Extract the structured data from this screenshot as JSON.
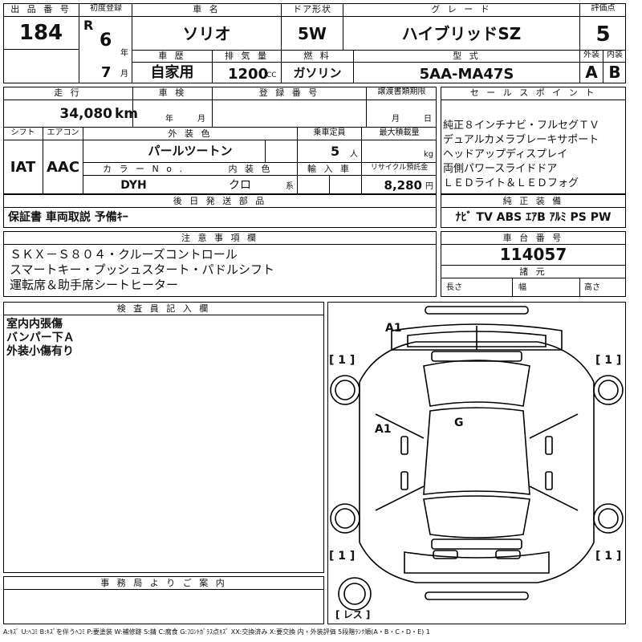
{
  "header": {
    "lot_label": "出 品 番 号",
    "lot": "184",
    "first_reg_label": "初度登録",
    "era": "R",
    "year": "6",
    "year_unit": "年",
    "month": "7",
    "month_unit": "月",
    "name_label": "車 名",
    "name": "ソリオ",
    "door_label": "ドア形状",
    "door": "5W",
    "grade_label": "グ レ ー ド",
    "grade": "ハイブリッドSZ",
    "score_label": "評価点",
    "score": "5",
    "history_label": "車 歴",
    "history": "自家用",
    "displacement_label": "排 気 量",
    "displacement": "1200",
    "displacement_unit": "CC",
    "fuel_label": "燃 料",
    "fuel": "ガソリン",
    "model_label": "型 式",
    "model": "5AA-MA47S",
    "ext_label": "外装",
    "ext": "A",
    "int_label": "内装",
    "int": "B"
  },
  "row2": {
    "mileage_label": "走 行",
    "mileage": "34,080",
    "mileage_unit": "km",
    "inspection_label": "車 検",
    "ins_year_unit": "年",
    "ins_month_unit": "月",
    "plate_label": "登 録 番 号",
    "transfer_label": "譲渡書類期限",
    "transfer_month_unit": "月",
    "transfer_day_unit": "日",
    "shift_label": "シフト",
    "shift": "IAT",
    "ac_label": "エアコン",
    "ac": "AAC",
    "color_label": "外 装 色",
    "color": "パールツートン",
    "capacity_label": "乗車定員",
    "capacity": "5",
    "capacity_unit": "人",
    "load_label": "最大積載量",
    "load_unit": "kg",
    "color_no_label": "カ ラ ー N o .",
    "color_no": "DYH",
    "interior_label": "内 装 色",
    "interior": "クロ",
    "interior_unit": "系",
    "import_label": "輸 入 車",
    "recycle_label": "リサイクル預託金",
    "recycle": "8,280",
    "recycle_unit": "円"
  },
  "sales": {
    "label": "セ ー ル ス ポ イ ン ト",
    "lines": [
      "純正８インチナビ・フルセグＴＶ",
      "デュアルカメラブレーキサポート",
      "ヘッドアップディスプレイ",
      "両側パワースライドドア",
      "ＬＥＤライト＆ＬＥＤフォグ"
    ]
  },
  "later_parts": {
    "label": "後 日 発 送 部 品",
    "value": "保証書 車両取説 予備ｷｰ"
  },
  "equipment": {
    "label": "純 正 装 備",
    "value": "ﾅﾋﾞ TV ABS ｴｱB ｱﾙﾐ PS PW"
  },
  "notes": {
    "label": "注 意 事 項 欄",
    "lines": [
      "ＳＫＸ－Ｓ８０４・クルーズコントロール",
      "スマートキー・プッシュスタート・パドルシフト",
      "運転席＆助手席シートヒーター"
    ]
  },
  "chassis": {
    "label": "車 台 番 号",
    "value": "114057",
    "spec_label": "諸 元",
    "length": "長さ",
    "width": "幅",
    "height": "高さ"
  },
  "inspector": {
    "label": "検 査 員 記 入 欄",
    "lines": [
      "室内内張傷",
      "バンパー下Ａ",
      "外装小傷有り"
    ]
  },
  "diagram": {
    "top_mark": "A1",
    "side_mark": "A1",
    "center_mark": "G",
    "tire_fl": "[ 1 ]",
    "tire_fr": "[ 1 ]",
    "tire_rl": "[ 1 ]",
    "tire_rr": "[ 1 ]",
    "spare": "[ レス ]"
  },
  "office": {
    "label": "事 務 局 よ り ご 案 内"
  },
  "legend": "A:ｷｽﾞ U:ﾍｺﾐ B:ｷｽﾞを伴うﾍｺﾐ P:要塗装 W:補修跡 S:錆 C:腐食 G:ﾌﾛﾝﾄｶﾞﾗｽ点ｷｽﾞ XX:交換済み X:要交換 内・外装評価 5段階ﾗﾝｸ順(A・B・C・D・E) 1"
}
